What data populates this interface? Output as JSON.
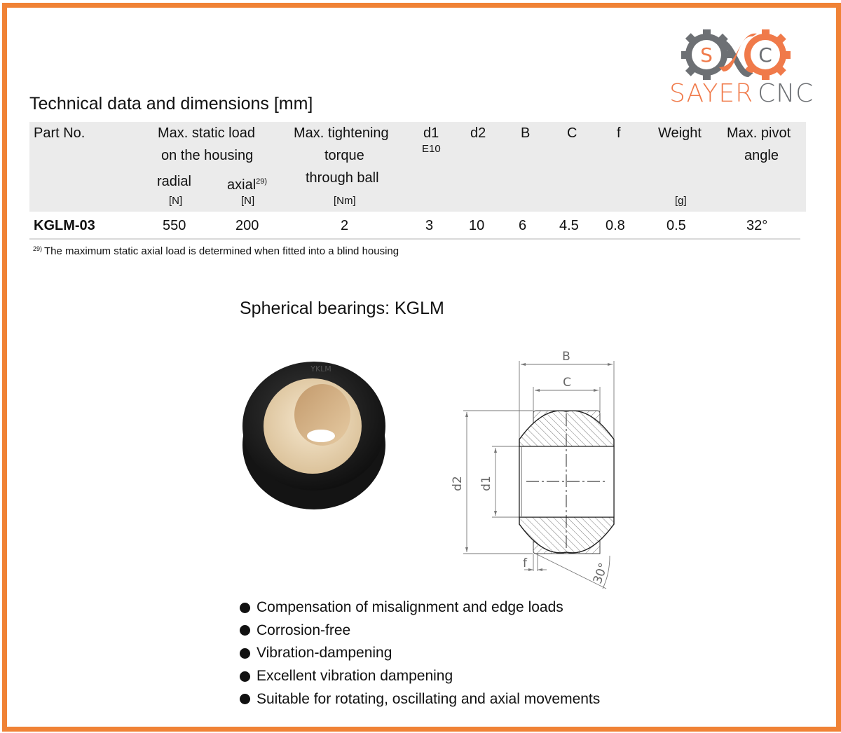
{
  "brand": {
    "logo_icon": "gear-infinity-sc-logo-icon",
    "name_part1": "SAYER",
    "name_part2": "CNC",
    "colors": {
      "orange": "#F07A4A",
      "gray": "#6b6e72",
      "frame": "#F08235"
    }
  },
  "tech_table": {
    "title": "Technical data and dimensions [mm]",
    "headers": {
      "part_no": "Part No.",
      "static_load_line1": "Max. static load",
      "static_load_line2": "on the housing",
      "radial": "radial",
      "axial": "axial",
      "axial_sup": "29)",
      "radial_unit": "[N]",
      "axial_unit": "[N]",
      "torque_line1": "Max. tightening",
      "torque_line2": "torque",
      "torque_line3": "through ball",
      "torque_unit": "[Nm]",
      "d1": "d1",
      "d1_tol": "E10",
      "d2": "d2",
      "B": "B",
      "C": "C",
      "f": "f",
      "weight": "Weight",
      "weight_unit": "[g]",
      "pivot_line1": "Max. pivot",
      "pivot_line2": "angle"
    },
    "rows": [
      {
        "part_no": "KGLM-03",
        "radial": "550",
        "axial": "200",
        "torque": "2",
        "d1": "3",
        "d2": "10",
        "B": "6",
        "C": "4.5",
        "f": "0.8",
        "weight": "0.5",
        "pivot_angle": "32°"
      }
    ],
    "footnote_mark": "29)",
    "footnote_text": "The maximum static axial load is determined when fitted into a blind housing"
  },
  "product": {
    "title": "Spherical bearings: KGLM",
    "photo": "spherical-bearing-photo",
    "drawing_labels": {
      "B": "B",
      "C": "C",
      "d1": "d1",
      "d2": "d2",
      "f": "f",
      "angle": "30°"
    },
    "features": [
      "Compensation of misalignment and edge loads",
      "Corrosion-free",
      "Vibration-dampening",
      "Excellent vibration dampening",
      "Suitable for rotating, oscillating and axial movements"
    ]
  }
}
